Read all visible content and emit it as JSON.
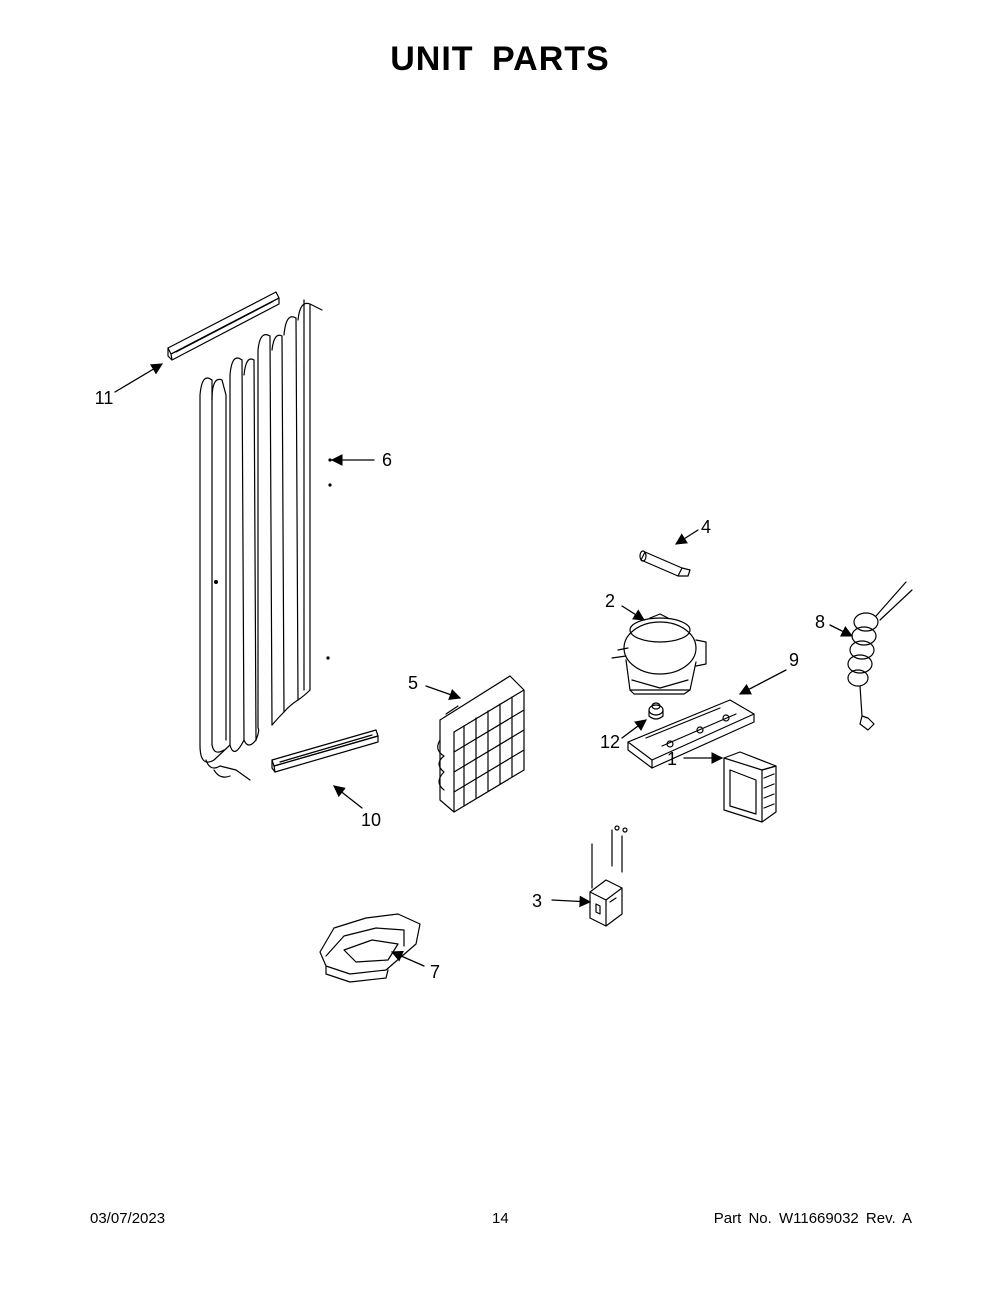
{
  "header": {
    "title": "UNIT PARTS"
  },
  "callouts": {
    "p1": "1",
    "p2": "2",
    "p3": "3",
    "p4": "4",
    "p5": "5",
    "p6": "6",
    "p7": "7",
    "p8": "8",
    "p9": "9",
    "p10": "10",
    "p11": "11",
    "p12": "12"
  },
  "footer": {
    "date": "03/07/2023",
    "page": "14",
    "part": "Part No.  W11669032  Rev.  A"
  }
}
